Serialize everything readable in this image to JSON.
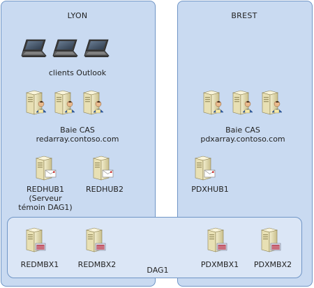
{
  "sites": {
    "lyon": {
      "title": "LYON"
    },
    "brest": {
      "title": "BREST"
    }
  },
  "lyon": {
    "clients_label": "clients Outlook",
    "cas_label": "Baie CAS",
    "cas_fqdn": "redarray.contoso.com",
    "hub1_label": "REDHUB1",
    "hub1_note_1": "(Serveur",
    "hub1_note_2": "témoin DAG1)",
    "hub2_label": "REDHUB2",
    "mbx1_label": "REDMBX1",
    "mbx2_label": "REDMBX2"
  },
  "brest": {
    "cas_label": "Baie CAS",
    "cas_fqdn": "pdxarray.contoso.com",
    "hub1_label": "PDXHUB1",
    "mbx1_label": "PDXMBX1",
    "mbx2_label": "PDXMBX2"
  },
  "dag": {
    "label": "DAG1"
  },
  "icons": {
    "laptop": "laptop-icon",
    "cas": "client-access-server-icon",
    "hub": "hub-transport-server-icon",
    "mailbox": "mailbox-server-icon"
  },
  "colors": {
    "site_fill": "#c9daf1",
    "site_border": "#6f95c6",
    "dag_fill": "#dbe6f6"
  }
}
